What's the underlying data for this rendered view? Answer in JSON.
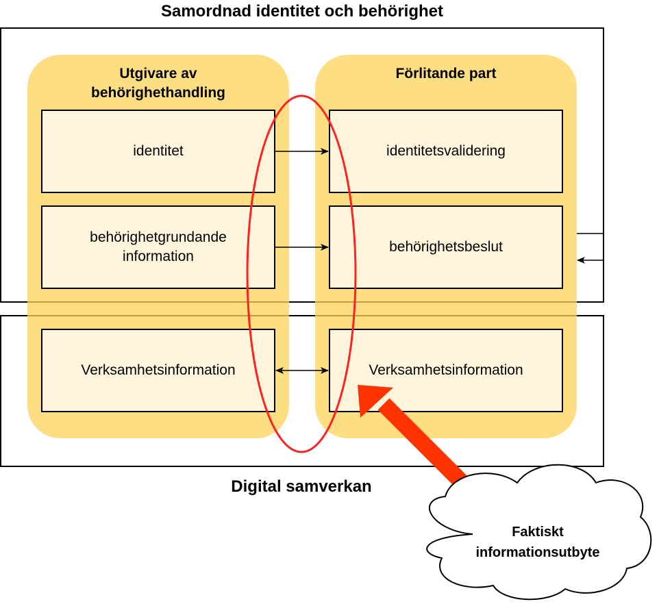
{
  "diagram": {
    "top_title": "Samordnad identitet och behörighet",
    "bottom_title": "Digital samverkan",
    "left_column": {
      "title_line1": "Utgivare av",
      "title_line2": "behörighethandling",
      "boxes": [
        "identitet",
        "behörighetgrundande information",
        "Verksamhetsinformation"
      ],
      "box2_line1": "behörighetgrundande",
      "box2_line2": "information"
    },
    "right_column": {
      "title": "Förlitande part",
      "boxes": [
        "identitetsvalidering",
        "behörighetsbeslut",
        "Verksamhetsinformation"
      ]
    },
    "cloud": {
      "line1": "Faktiskt",
      "line2": "informationsutbyte"
    },
    "colors": {
      "column_fill": "#fcd35a",
      "box_fill": "#fff5dc",
      "highlight_red": "#ff2020",
      "arrow_red": "#ff3300",
      "stroke": "#000000"
    }
  }
}
